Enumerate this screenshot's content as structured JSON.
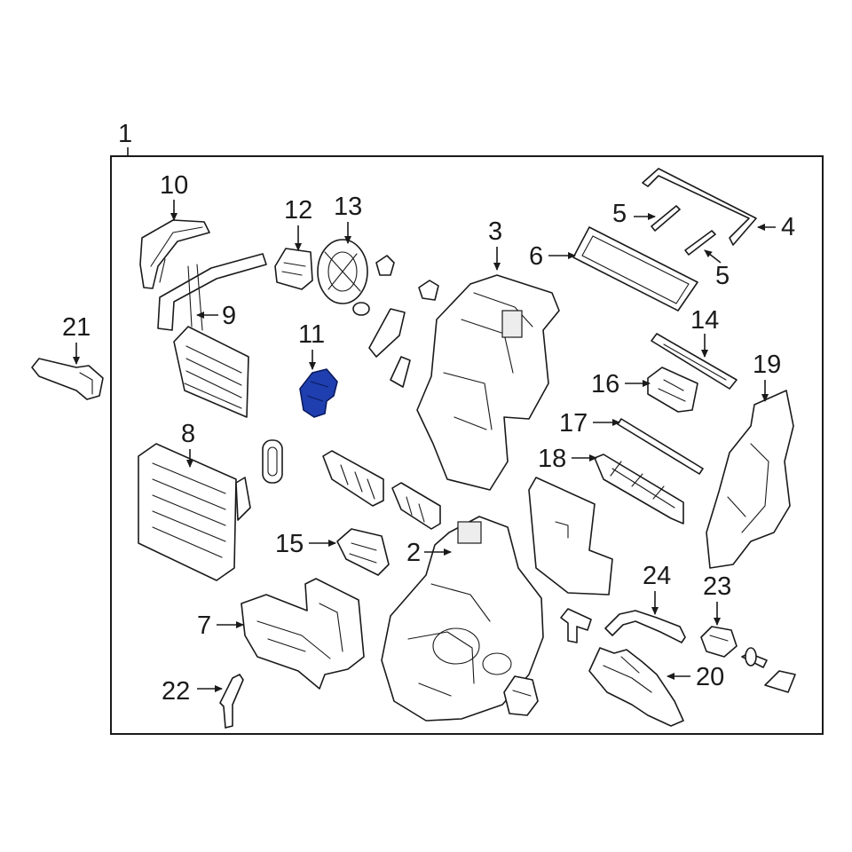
{
  "callouts": {
    "c1": "1",
    "c2": "2",
    "c3": "3",
    "c4": "4",
    "c5a": "5",
    "c5b": "5",
    "c6": "6",
    "c7": "7",
    "c8": "8",
    "c9": "9",
    "c10": "10",
    "c11": "11",
    "c12": "12",
    "c13": "13",
    "c14": "14",
    "c15": "15",
    "c16": "16",
    "c17": "17",
    "c18": "18",
    "c19": "19",
    "c20": "20",
    "c21": "21",
    "c22": "22",
    "c23": "23",
    "c24": "24"
  },
  "highlighted_part": "11",
  "colors": {
    "highlight": "#1f3fb0",
    "line": "#1a1a1a",
    "background": "#ffffff"
  }
}
